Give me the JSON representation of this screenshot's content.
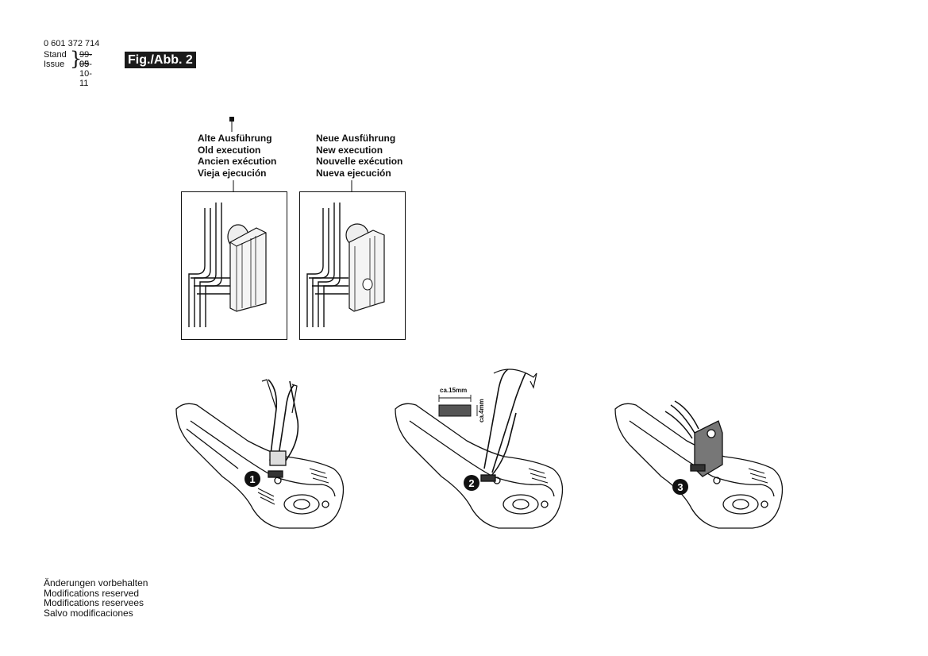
{
  "header": {
    "part_number": "0 601 372 714",
    "stand_label": "Stand",
    "issue_label": "Issue",
    "stand_value": "99-05",
    "issue_value": "99-10-11",
    "figure_label": "Fig./Abb. 2"
  },
  "old_execution": {
    "lines": [
      "Alte Ausführung",
      "Old execution",
      "Ancien exécution",
      "Vieja ejecución"
    ]
  },
  "new_execution": {
    "lines": [
      "Neue Ausführung",
      "New execution",
      "Nouvelle exécution",
      "Nueva ejecución"
    ]
  },
  "steps": [
    "1",
    "2",
    "3"
  ],
  "dimensions": {
    "length": "ca.15mm",
    "thickness": "ca.4mm"
  },
  "footer": {
    "lines": [
      "Änderungen vorbehalten",
      "Modifications reserved",
      "Modifications reservees",
      "Salvo modificaciones"
    ]
  }
}
